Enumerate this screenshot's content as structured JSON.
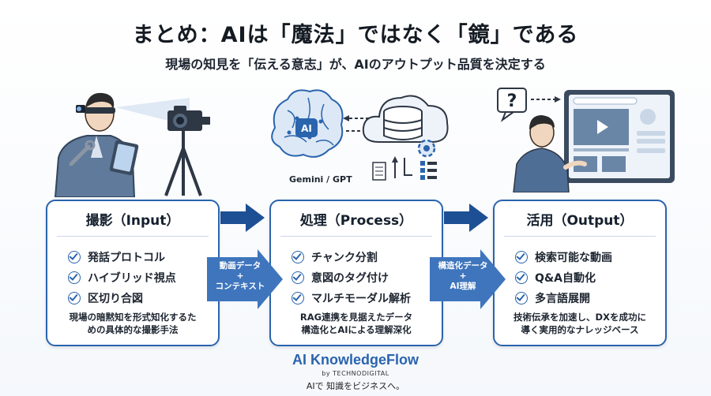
{
  "title": "まとめ：AIは「魔法」ではなく「鏡」である",
  "subtitle": "現場の知見を「伝える意志」が、AIのアウトプット品質を決定する",
  "illustrations": {
    "ai_badge": "AI",
    "model_label": "Gemini / GPT"
  },
  "cards": [
    {
      "heading": "撮影（Input）",
      "items": [
        "発話プロトコル",
        "ハイブリッド視点",
        "区切り合図"
      ],
      "note_lines": [
        "現場の暗黙知を形式知化するた",
        "めの具体的な撮影手法"
      ]
    },
    {
      "heading": "処理（Process）",
      "items": [
        "チャンク分割",
        "意図のタグ付け",
        "マルチモーダル解析"
      ],
      "note_lines": [
        "RAG連携を見据えたデータ",
        "構造化とAIによる理解深化"
      ]
    },
    {
      "heading": "活用（Output）",
      "items": [
        "検索可能な動画",
        "Q&A自動化",
        "多言語展開"
      ],
      "note_lines": [
        "技術伝承を加速し、DXを成功に",
        "導く実用的なナレッジベース"
      ]
    }
  ],
  "connectors": [
    {
      "lines": [
        "動画データ",
        "+",
        "コンテキスト"
      ]
    },
    {
      "lines": [
        "構造化データ",
        "+",
        "AI理解"
      ]
    }
  ],
  "footer": {
    "brand": "AI KnowledgeFlow",
    "by": "by TECHNODIGITAL",
    "tagline": "AIで 知識をビジネスへ。"
  },
  "colors": {
    "accent": "#2a64ad",
    "accent_dark": "#1d4f94"
  }
}
